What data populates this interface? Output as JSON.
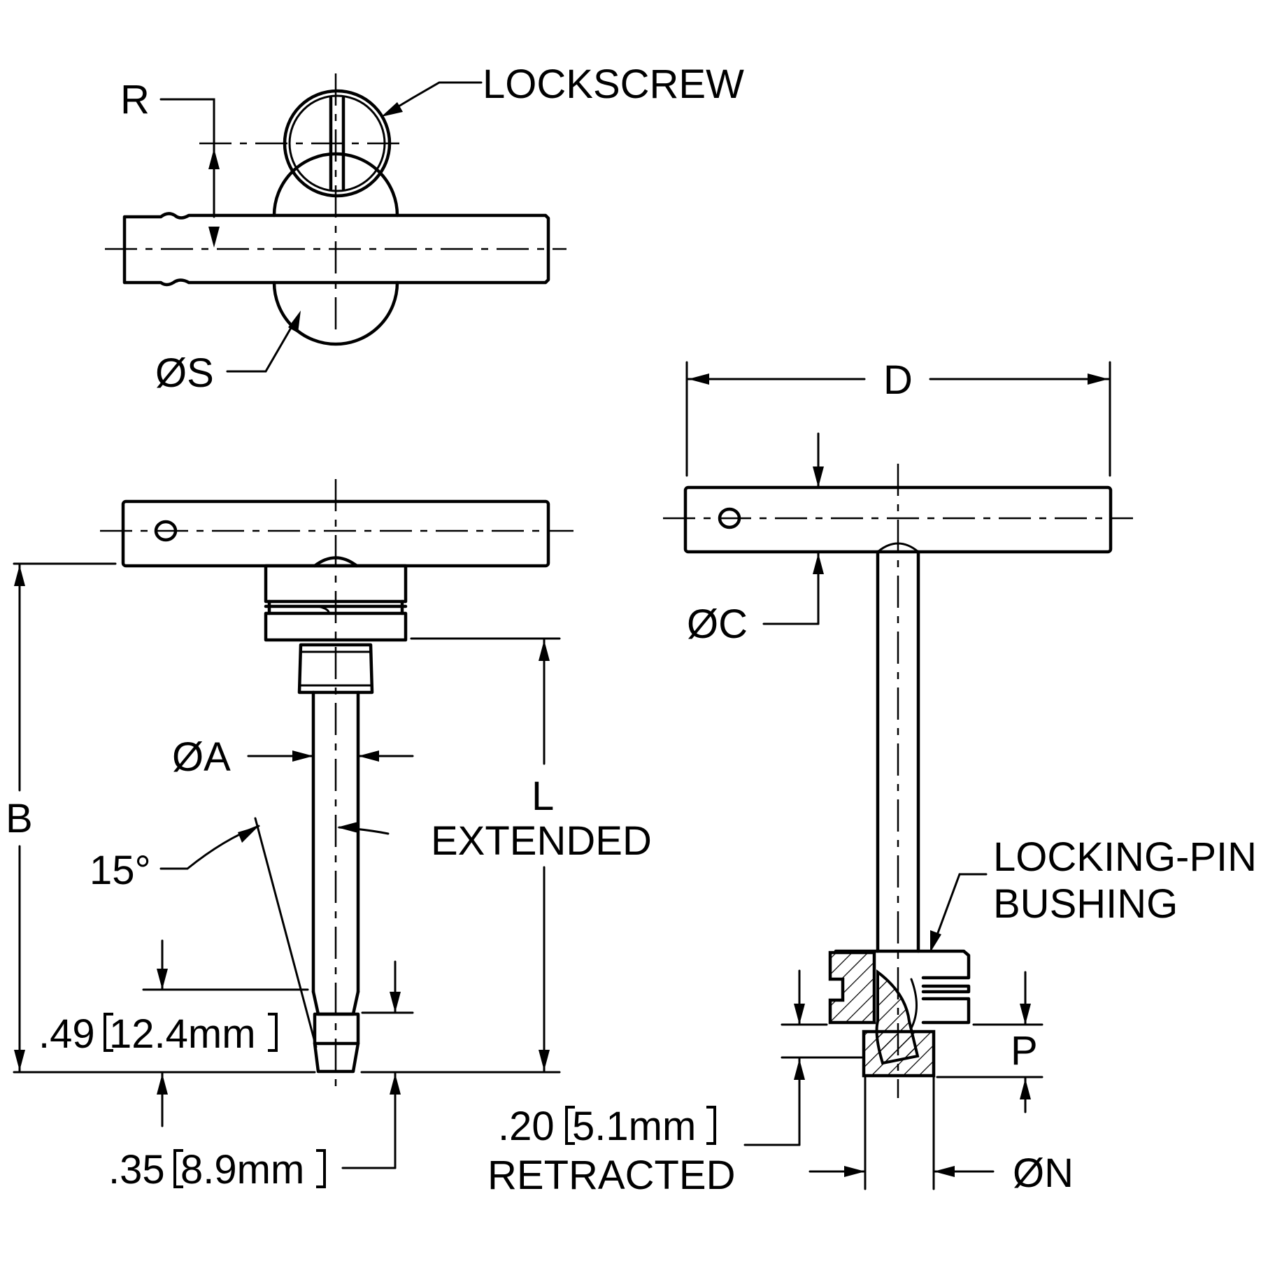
{
  "labels": {
    "lockscrew": "LOCKSCREW",
    "r": "R",
    "dia_s": "ØS",
    "d": "D",
    "dia_c": "ØC",
    "dia_a": "ØA",
    "b": "B",
    "l": "L",
    "extended": "EXTENDED",
    "angle": "15°",
    "dim_049_in": ".49",
    "dim_049_mm": "12.4mm",
    "dim_035_in": ".35",
    "dim_035_mm": "8.9mm",
    "dim_020_in": ".20",
    "dim_020_mm": "5.1mm",
    "retracted": "RETRACTED",
    "locking_pin": "LOCKING-PIN",
    "bushing": "BUSHING",
    "p": "P",
    "dia_n": "ØN"
  }
}
